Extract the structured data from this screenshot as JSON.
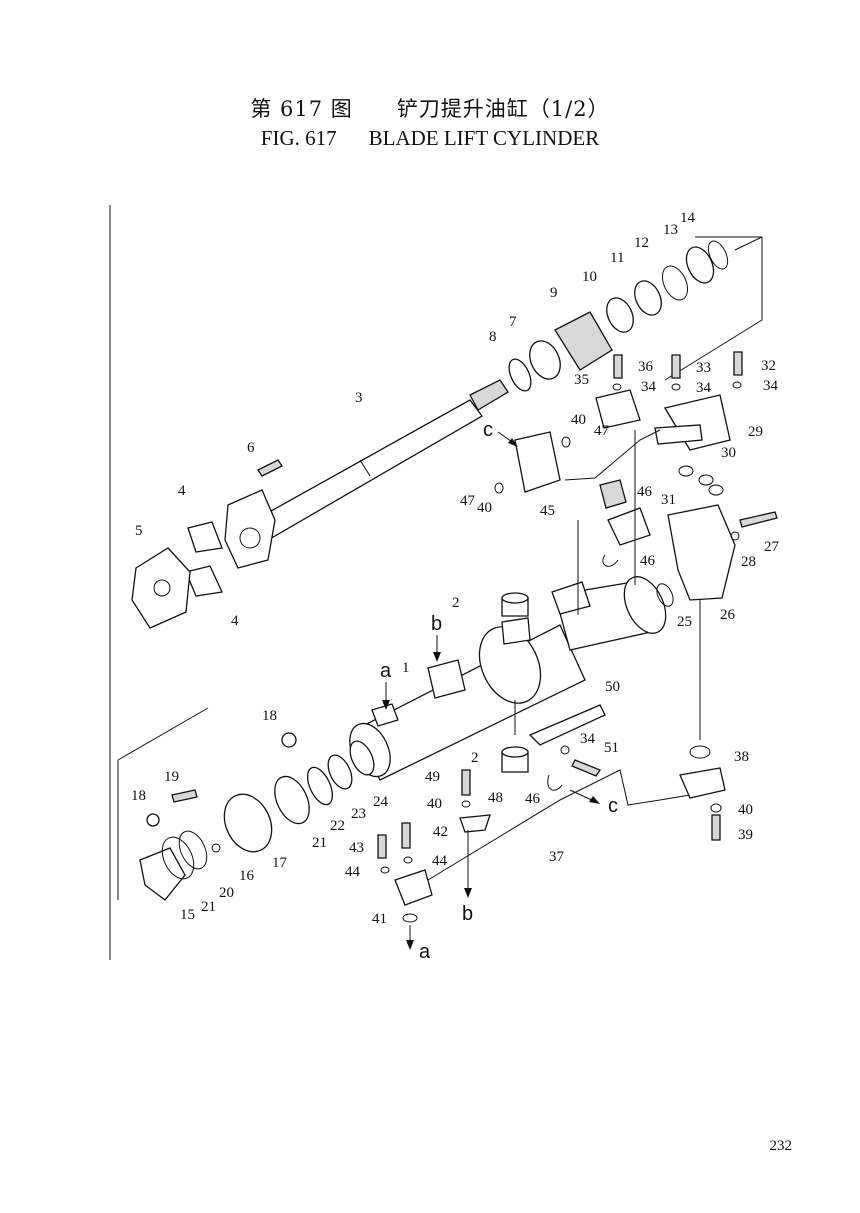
{
  "header": {
    "cn_fig": "第 617 图",
    "cn_title": "铲刀提升油缸（1/2）",
    "en_fig": "FIG. 617",
    "en_title": "BLADE LIFT CYLINDER"
  },
  "callouts": [
    "1",
    "2",
    "3",
    "4",
    "5",
    "6",
    "7",
    "8",
    "9",
    "10",
    "11",
    "12",
    "13",
    "14",
    "15",
    "16",
    "17",
    "18",
    "19",
    "20",
    "21",
    "22",
    "23",
    "24",
    "25",
    "26",
    "27",
    "28",
    "29",
    "30",
    "31",
    "32",
    "33",
    "34",
    "35",
    "36",
    "37",
    "38",
    "39",
    "40",
    "41",
    "42",
    "43",
    "44",
    "45",
    "46",
    "47",
    "48",
    "49",
    "50",
    "51"
  ],
  "connection_markers": [
    "a",
    "b",
    "c"
  ],
  "page_number": "232"
}
